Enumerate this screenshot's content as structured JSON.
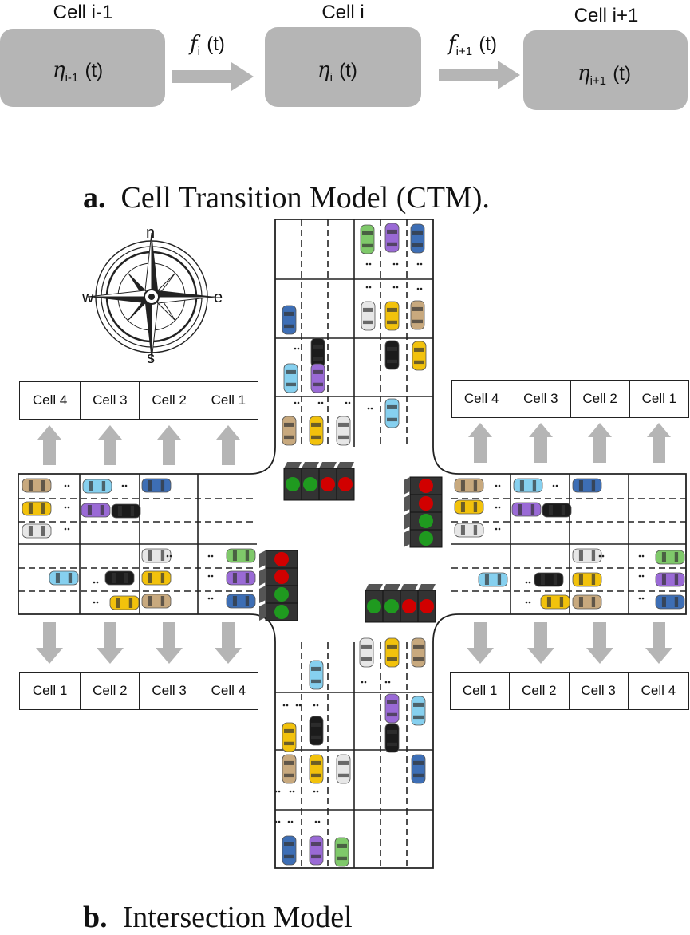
{
  "ctm": {
    "cells": [
      {
        "title": "Cell i-1",
        "eta": "η",
        "eta_sub": "i-1",
        "eta_t": "(t)"
      },
      {
        "title": "Cell i",
        "eta": "η",
        "eta_sub": "i",
        "eta_t": "(t)"
      },
      {
        "title": "Cell i+1",
        "eta": "η",
        "eta_sub": "i+1",
        "eta_t": "(t)"
      }
    ],
    "flows": [
      {
        "f": "f",
        "sub": "i",
        "t": "(t)"
      },
      {
        "f": "f",
        "sub": "i+1",
        "t": "(t)"
      }
    ],
    "caption_letter": "a.",
    "caption_text": "Cell Transition Model (CTM)."
  },
  "compass": {
    "n": "n",
    "s": "s",
    "e": "e",
    "w": "w"
  },
  "intersection": {
    "west_outgoing": [
      "Cell 4",
      "Cell 3",
      "Cell 2",
      "Cell 1"
    ],
    "east_outgoing": [
      "Cell 4",
      "Cell 3",
      "Cell 2",
      "Cell 1"
    ],
    "west_incoming": [
      "Cell 1",
      "Cell 2",
      "Cell 3",
      "Cell 4"
    ],
    "east_incoming": [
      "Cell 1",
      "Cell 2",
      "Cell 3",
      "Cell 4"
    ],
    "caption_letter": "b.",
    "caption_text": "Intersection Model"
  },
  "colors": {
    "cell_box": "#b5b5b5",
    "arrow": "#b5b5b5",
    "signal_red": "#d10000",
    "signal_green": "#1f9a1f",
    "car_colors": [
      "#3d6eb5",
      "#9a6ad6",
      "#7fc96a",
      "#f2c20c",
      "#c8a97e",
      "#e7e7e7",
      "#86d0ef",
      "#1b1b1b"
    ]
  }
}
